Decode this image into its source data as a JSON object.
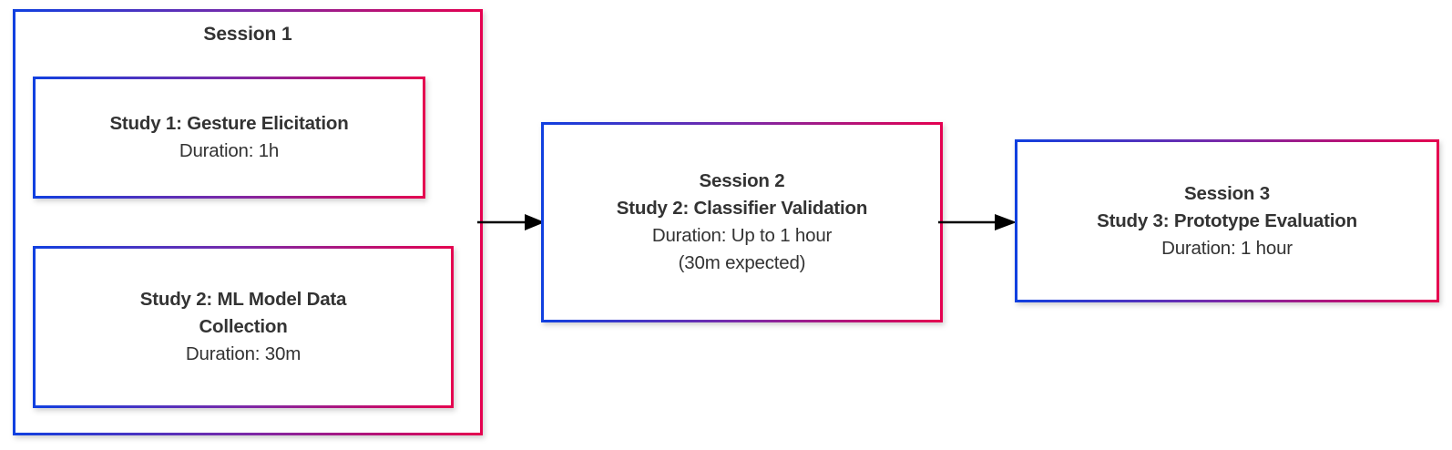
{
  "colors": {
    "border_start": "#1040e0",
    "border_end": "#e5004f",
    "text": "#333333",
    "background": "#ffffff",
    "arrow": "#000000"
  },
  "diagram": {
    "type": "flowchart",
    "direction": "left-to-right",
    "nodes": [
      {
        "id": "session1",
        "group_title": "Session 1",
        "children": [
          {
            "id": "study1",
            "title": "Study 1: Gesture Elicitation",
            "duration": "Duration: 1h"
          },
          {
            "id": "study2",
            "title_line1": "Study 2: ML Model Data",
            "title_line2": "Collection",
            "duration": "Duration: 30m"
          }
        ]
      },
      {
        "id": "session2",
        "title_line1": "Session 2",
        "title_line2": "Study 2: Classifier Validation",
        "duration_line1": "Duration: Up to 1 hour",
        "duration_line2": "(30m expected)"
      },
      {
        "id": "session3",
        "title_line1": "Session 3",
        "title_line2": "Study 3: Prototype Evaluation",
        "duration_line1": "Duration: 1 hour"
      }
    ],
    "edges": [
      {
        "id": "arrow1",
        "from": "session1",
        "to": "session2",
        "label": ""
      },
      {
        "id": "arrow2",
        "from": "session2",
        "to": "session3",
        "label": ""
      }
    ]
  }
}
